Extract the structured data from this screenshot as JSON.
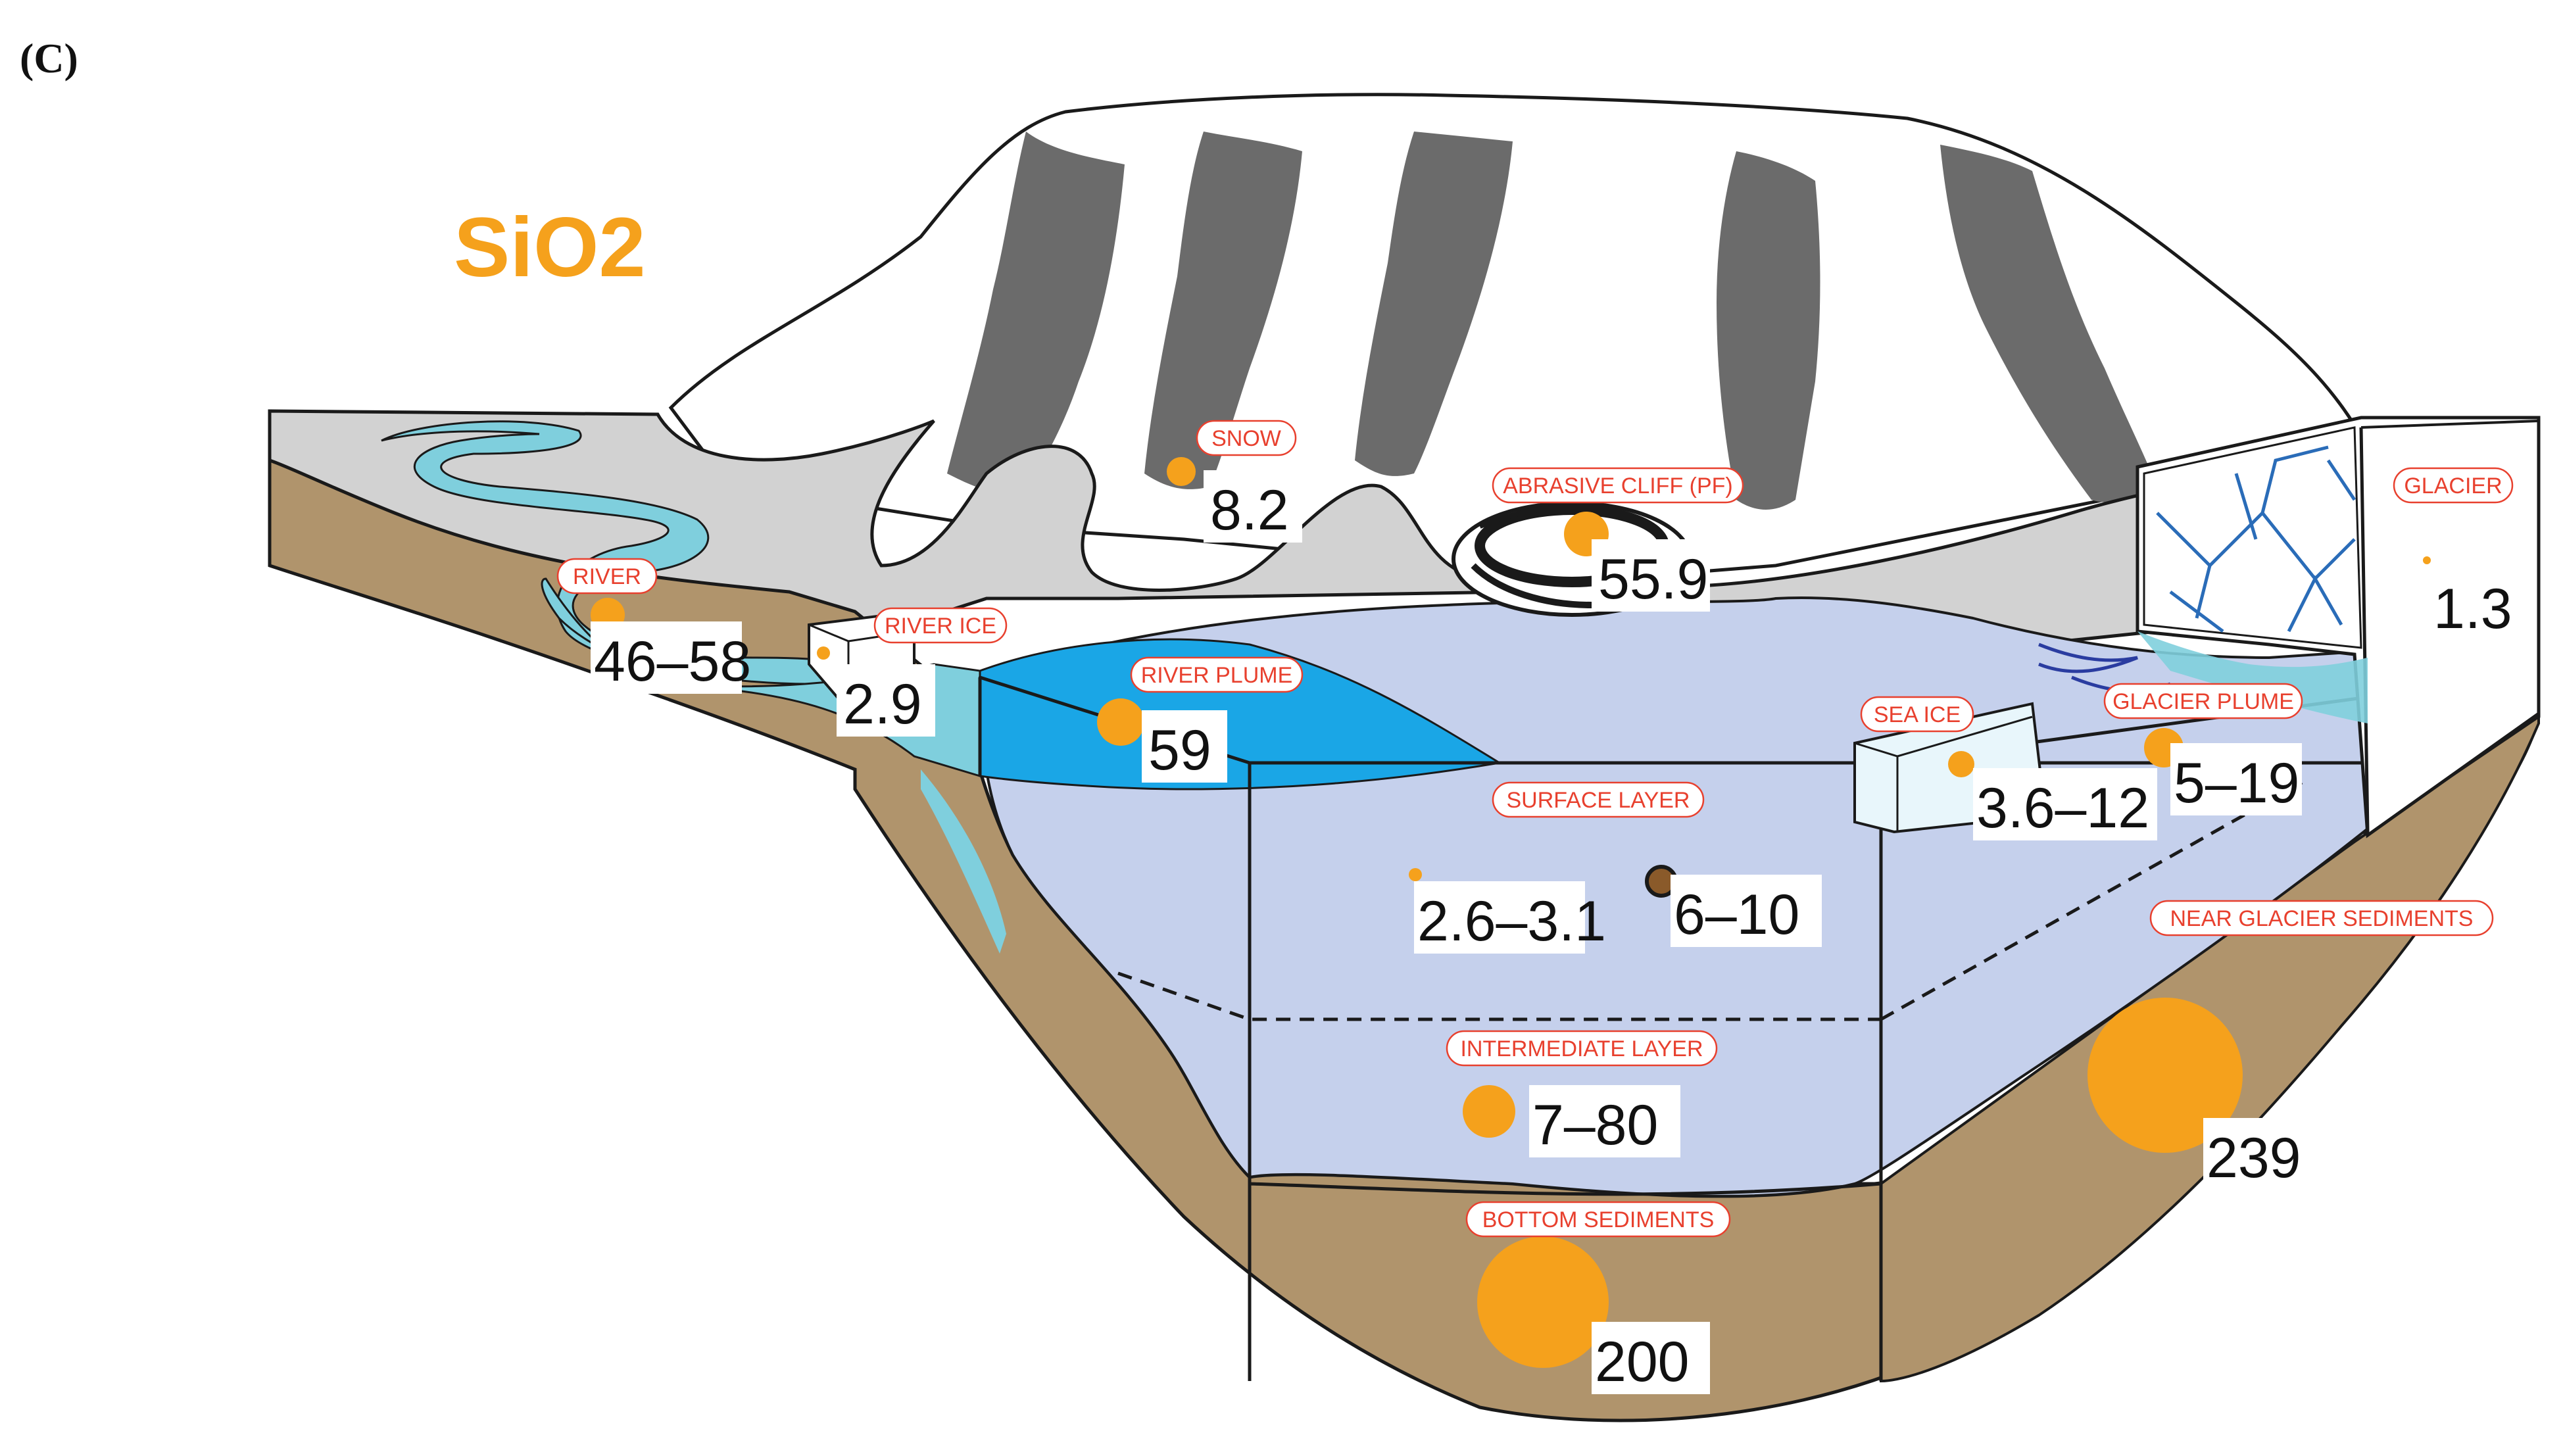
{
  "panel_label": "(C)",
  "title": "SiO2",
  "colors": {
    "accent_orange": "#f5a11c",
    "label_red": "#e8402e",
    "soil_brown": "#b0946c",
    "water_lavender": "#c5d0ec",
    "plume_blue": "#1aa6e6",
    "river_teal": "#7fcfdd",
    "land_gray": "#d2d2d2",
    "rock_gray": "#6b6b6b",
    "suspended_marker": "#8a5a2a"
  },
  "locations": [
    {
      "id": "snow",
      "label": "SNOW",
      "value": "8.2",
      "concentration": 8.2
    },
    {
      "id": "abrasive-cliff",
      "label": "ABRASIVE CLIFF (PF)",
      "value": "55.9",
      "concentration": 55.9
    },
    {
      "id": "glacier",
      "label": "GLACIER",
      "value": "1.3",
      "concentration": 1.3
    },
    {
      "id": "river",
      "label": "RIVER",
      "value": "46–58",
      "concentration": 52
    },
    {
      "id": "river-ice",
      "label": "RIVER ICE",
      "value": "2.9",
      "concentration": 2.9
    },
    {
      "id": "river-plume",
      "label": "RIVER PLUME",
      "value": "59",
      "concentration": 59
    },
    {
      "id": "sea-ice",
      "label": "SEA ICE",
      "value": "3.6–12",
      "concentration": 7.8
    },
    {
      "id": "glacier-plume",
      "label": "GLACIER PLUME",
      "value": "5–19",
      "concentration": 12
    },
    {
      "id": "surface-layer",
      "label": "SURFACE LAYER",
      "value": "2.6–3.1",
      "concentration": 2.85
    },
    {
      "id": "surface-suspended",
      "label": "",
      "value": "6–10",
      "concentration": 8
    },
    {
      "id": "intermediate-layer",
      "label": "INTERMEDIATE LAYER",
      "value": "7–80",
      "concentration": 43
    },
    {
      "id": "bottom-sediments",
      "label": "BOTTOM SEDIMENTS",
      "value": "200",
      "concentration": 200
    },
    {
      "id": "near-glacier-sediments",
      "label": "NEAR GLACIER SEDIMENTS",
      "value": "239",
      "concentration": 239
    }
  ]
}
